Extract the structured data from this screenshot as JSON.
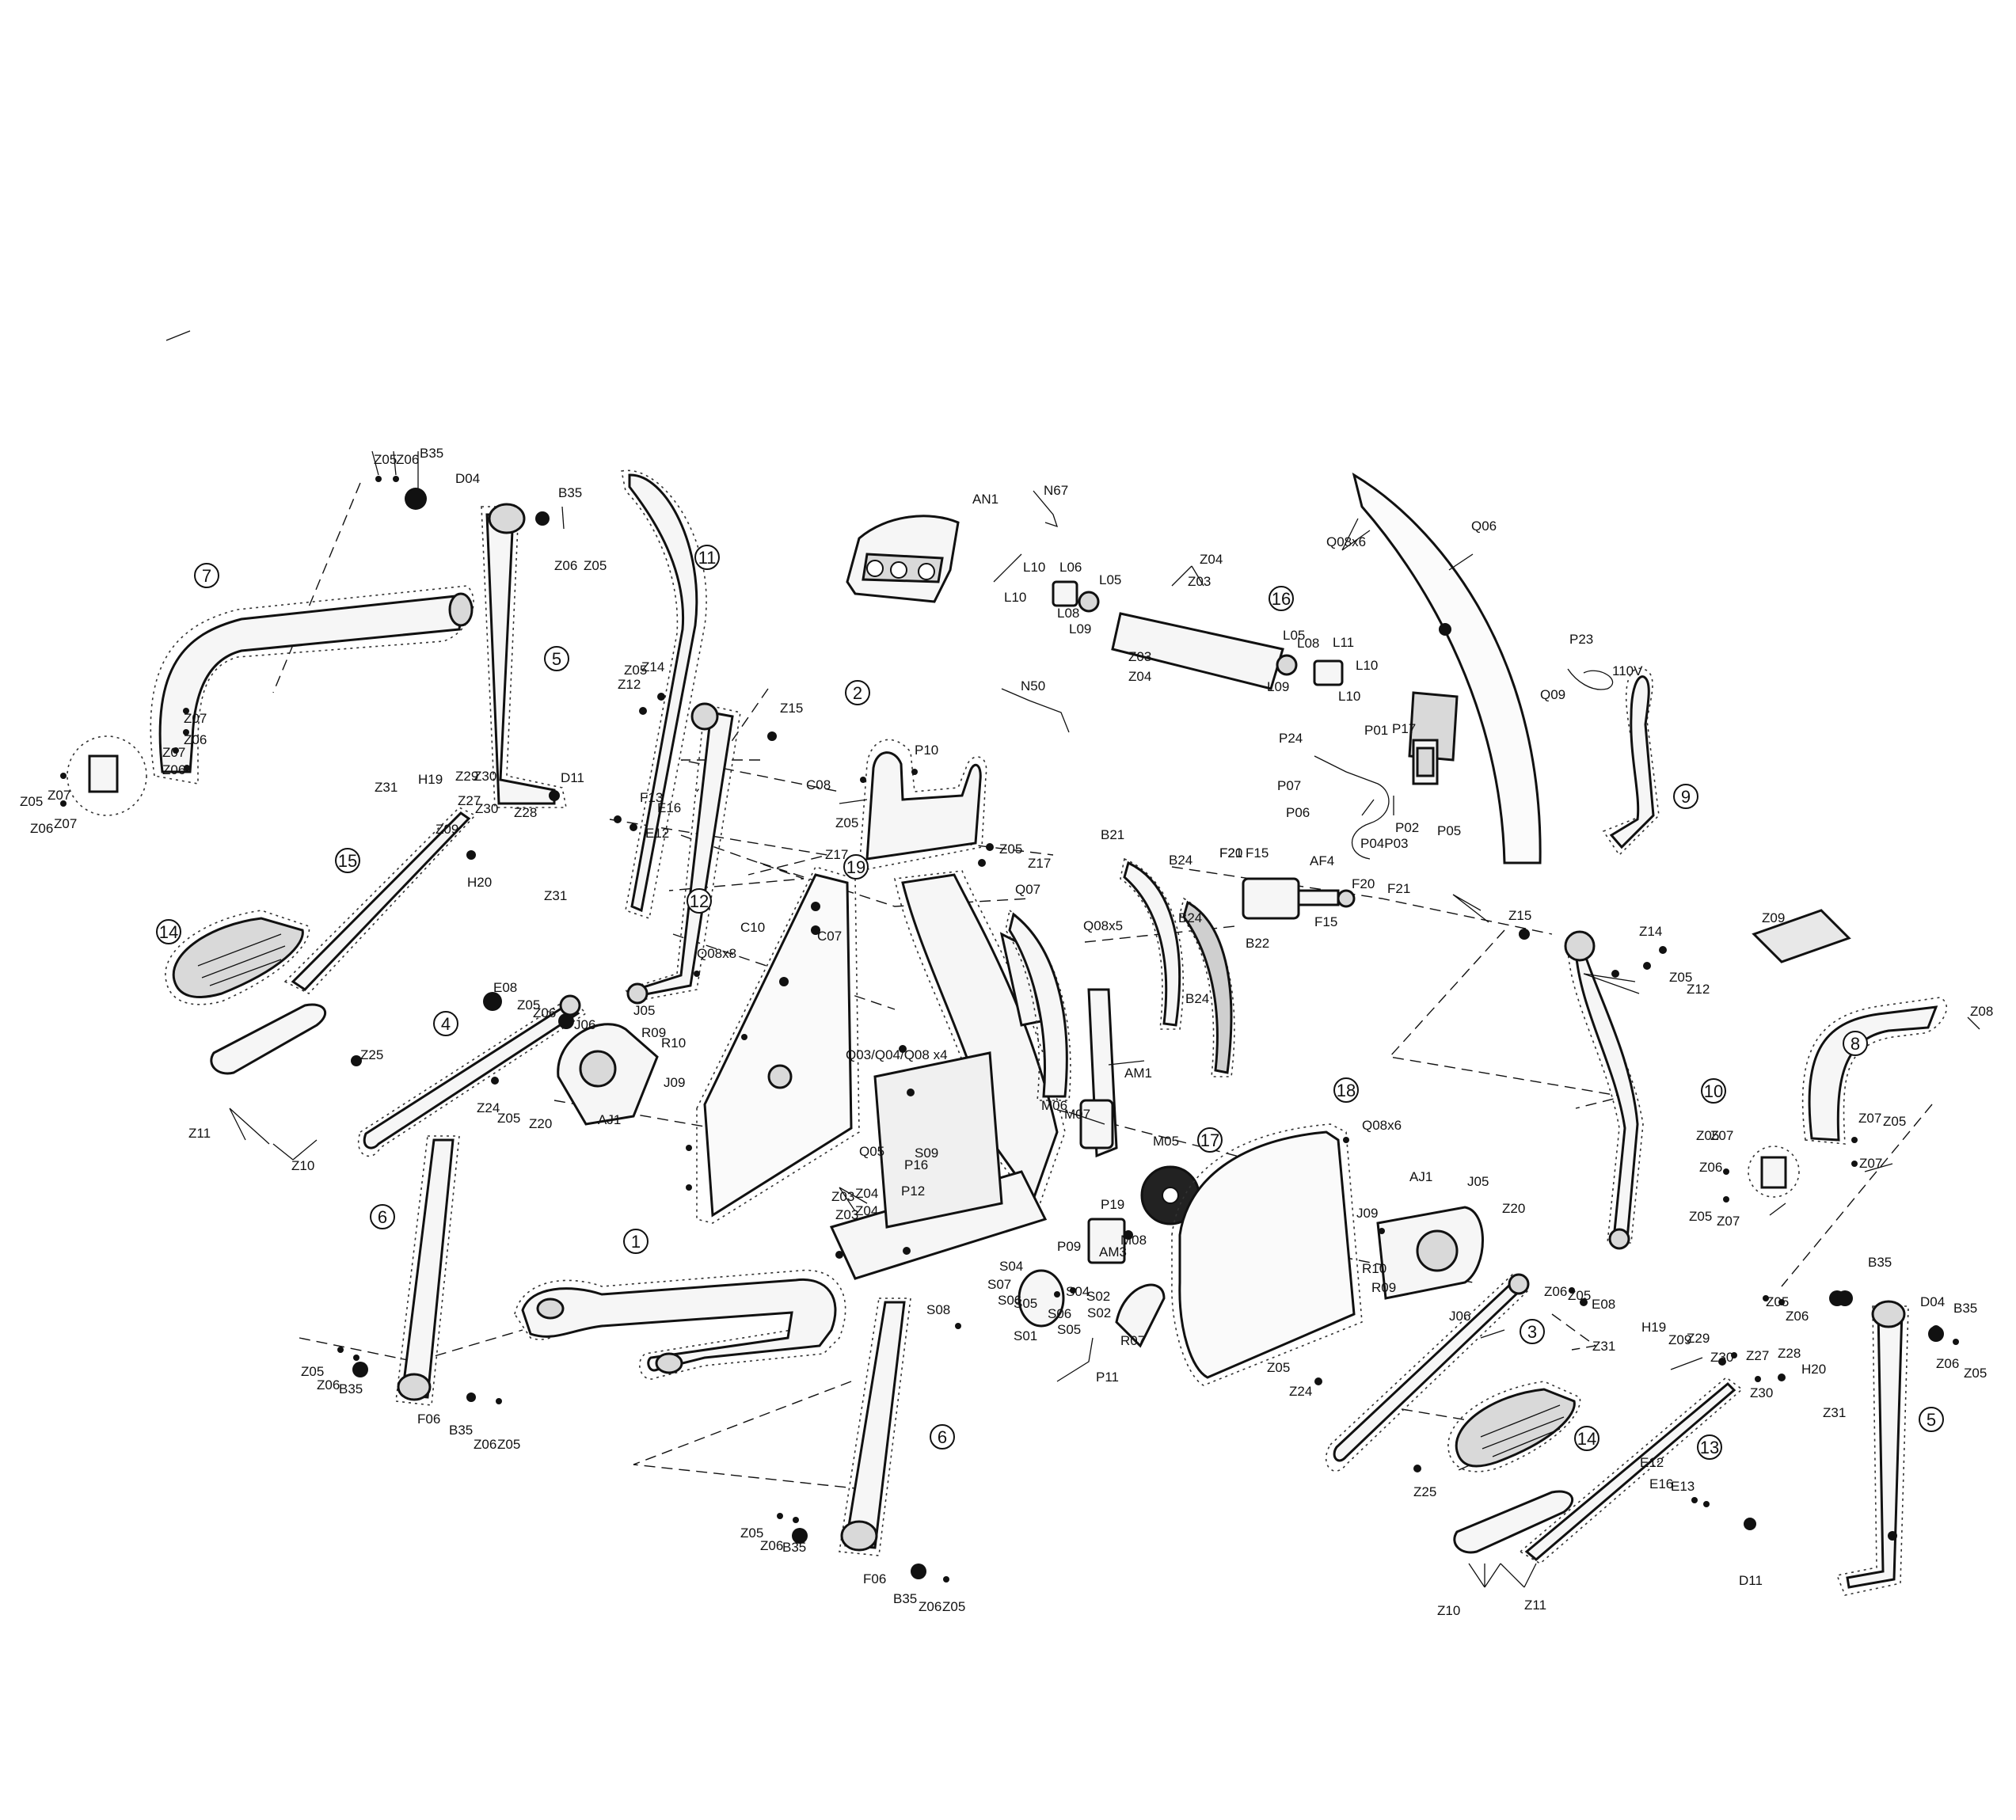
{
  "callouts": [
    {
      "n": "1"
    },
    {
      "n": "2"
    },
    {
      "n": "3"
    },
    {
      "n": "4"
    },
    {
      "n": "5"
    },
    {
      "n": "5"
    },
    {
      "n": "6"
    },
    {
      "n": "6"
    },
    {
      "n": "7"
    },
    {
      "n": "8"
    },
    {
      "n": "9"
    },
    {
      "n": "10"
    },
    {
      "n": "11"
    },
    {
      "n": "12"
    },
    {
      "n": "13"
    },
    {
      "n": "14"
    },
    {
      "n": "14"
    },
    {
      "n": "15"
    },
    {
      "n": "16"
    },
    {
      "n": "17"
    },
    {
      "n": "18"
    },
    {
      "n": "19"
    }
  ],
  "labels": [
    {
      "t": "Z05"
    },
    {
      "t": "Z06"
    },
    {
      "t": "B35"
    },
    {
      "t": "D04"
    },
    {
      "t": "B35"
    },
    {
      "t": "Z06"
    },
    {
      "t": "Z05"
    },
    {
      "t": "Z07"
    },
    {
      "t": "Z06"
    },
    {
      "t": "Z07"
    },
    {
      "t": "Z06"
    },
    {
      "t": "Z05"
    },
    {
      "t": "Z07"
    },
    {
      "t": "Z06"
    },
    {
      "t": "Z07"
    },
    {
      "t": "D11"
    },
    {
      "t": "F13"
    },
    {
      "t": "E16"
    },
    {
      "t": "E12"
    },
    {
      "t": "Z05"
    },
    {
      "t": "Z14"
    },
    {
      "t": "Z12"
    },
    {
      "t": "Z15"
    },
    {
      "t": "AN1"
    },
    {
      "t": "N67"
    },
    {
      "t": "N50"
    },
    {
      "t": "L10"
    },
    {
      "t": "L06"
    },
    {
      "t": "L05"
    },
    {
      "t": "L10"
    },
    {
      "t": "L08"
    },
    {
      "t": "L09"
    },
    {
      "t": "Z04"
    },
    {
      "t": "Z03"
    },
    {
      "t": "Z03"
    },
    {
      "t": "Z04"
    },
    {
      "t": "L05"
    },
    {
      "t": "L08"
    },
    {
      "t": "L11"
    },
    {
      "t": "L10"
    },
    {
      "t": "L09"
    },
    {
      "t": "L10"
    },
    {
      "t": "Q08x6"
    },
    {
      "t": "Q06"
    },
    {
      "t": "P23"
    },
    {
      "t": "110V"
    },
    {
      "t": "Q09"
    },
    {
      "t": "P24"
    },
    {
      "t": "P01"
    },
    {
      "t": "P17"
    },
    {
      "t": "P07"
    },
    {
      "t": "P06"
    },
    {
      "t": "P05"
    },
    {
      "t": "P04P03"
    },
    {
      "t": "P02"
    },
    {
      "t": "P10"
    },
    {
      "t": "C08"
    },
    {
      "t": "Z05"
    },
    {
      "t": "Z17"
    },
    {
      "t": "Z05"
    },
    {
      "t": "Z17"
    },
    {
      "t": "C10"
    },
    {
      "t": "C07"
    },
    {
      "t": "B21"
    },
    {
      "t": "B24"
    },
    {
      "t": "F21"
    },
    {
      "t": "F20"
    },
    {
      "t": "F15"
    },
    {
      "t": "AF4"
    },
    {
      "t": "F20"
    },
    {
      "t": "F21"
    },
    {
      "t": "F15"
    },
    {
      "t": "B24"
    },
    {
      "t": "B22"
    },
    {
      "t": "B24"
    },
    {
      "t": "Q07"
    },
    {
      "t": "Q08x5"
    },
    {
      "t": "Z31"
    },
    {
      "t": "H19"
    },
    {
      "t": "Z29"
    },
    {
      "t": "Z30"
    },
    {
      "t": "Z27"
    },
    {
      "t": "Z30"
    },
    {
      "t": "Z28"
    },
    {
      "t": "Z09"
    },
    {
      "t": "H20"
    },
    {
      "t": "Z31"
    },
    {
      "t": "E08"
    },
    {
      "t": "Z05"
    },
    {
      "t": "Z06"
    },
    {
      "t": "J06"
    },
    {
      "t": "J05"
    },
    {
      "t": "R09"
    },
    {
      "t": "R10"
    },
    {
      "t": "J09"
    },
    {
      "t": "AJ1"
    },
    {
      "t": "Z25"
    },
    {
      "t": "Z24"
    },
    {
      "t": "Z05"
    },
    {
      "t": "Z20"
    },
    {
      "t": "Z11"
    },
    {
      "t": "Z10"
    },
    {
      "t": "Q08x8"
    },
    {
      "t": "Q03/Q04/Q08 x4"
    },
    {
      "t": "AM1"
    },
    {
      "t": "M06"
    },
    {
      "t": "M07"
    },
    {
      "t": "M05"
    },
    {
      "t": "Q05"
    },
    {
      "t": "S09"
    },
    {
      "t": "P16"
    },
    {
      "t": "P12"
    },
    {
      "t": "Z03"
    },
    {
      "t": "Z04"
    },
    {
      "t": "Z03"
    },
    {
      "t": "Z04"
    },
    {
      "t": "P19"
    },
    {
      "t": "P09"
    },
    {
      "t": "AM3"
    },
    {
      "t": "M08"
    },
    {
      "t": "S04"
    },
    {
      "t": "S07"
    },
    {
      "t": "S06"
    },
    {
      "t": "S05"
    },
    {
      "t": "S08"
    },
    {
      "t": "S01"
    },
    {
      "t": "S04"
    },
    {
      "t": "S02"
    },
    {
      "t": "S06"
    },
    {
      "t": "S05"
    },
    {
      "t": "S02"
    },
    {
      "t": "R07"
    },
    {
      "t": "P11"
    },
    {
      "t": "Q08x6"
    },
    {
      "t": "AJ1"
    },
    {
      "t": "J09"
    },
    {
      "t": "J05"
    },
    {
      "t": "Z20"
    },
    {
      "t": "R10"
    },
    {
      "t": "R09"
    },
    {
      "t": "J06"
    },
    {
      "t": "Z06"
    },
    {
      "t": "Z05"
    },
    {
      "t": "E08"
    },
    {
      "t": "Z05"
    },
    {
      "t": "Z24"
    },
    {
      "t": "Z25"
    },
    {
      "t": "Z15"
    },
    {
      "t": "Z14"
    },
    {
      "t": "Z05"
    },
    {
      "t": "Z12"
    },
    {
      "t": "Z09"
    },
    {
      "t": "Z08"
    },
    {
      "t": "Z05"
    },
    {
      "t": "Z07"
    },
    {
      "t": "Z06"
    },
    {
      "t": "Z05"
    },
    {
      "t": "Z07"
    },
    {
      "t": "Z07"
    },
    {
      "t": "Z05"
    },
    {
      "t": "Z07"
    },
    {
      "t": "B35"
    },
    {
      "t": "Z05"
    },
    {
      "t": "Z06"
    },
    {
      "t": "D04"
    },
    {
      "t": "B35"
    },
    {
      "t": "Z06"
    },
    {
      "t": "Z05"
    },
    {
      "t": "H19"
    },
    {
      "t": "Z31"
    },
    {
      "t": "Z09"
    },
    {
      "t": "Z29"
    },
    {
      "t": "Z30"
    },
    {
      "t": "Z27"
    },
    {
      "t": "Z28"
    },
    {
      "t": "Z30"
    },
    {
      "t": "H20"
    },
    {
      "t": "Z31"
    },
    {
      "t": "E12"
    },
    {
      "t": "E16"
    },
    {
      "t": "E13"
    },
    {
      "t": "D11"
    },
    {
      "t": "Z10"
    },
    {
      "t": "Z11"
    },
    {
      "t": "Z05"
    },
    {
      "t": "Z06"
    },
    {
      "t": "B35"
    },
    {
      "t": "F06"
    },
    {
      "t": "B35"
    },
    {
      "t": "Z06"
    },
    {
      "t": "Z05"
    },
    {
      "t": "Z05"
    },
    {
      "t": "Z06"
    },
    {
      "t": "B35"
    },
    {
      "t": "F06"
    },
    {
      "t": "B35"
    },
    {
      "t": "Z06"
    },
    {
      "t": "Z05"
    }
  ]
}
